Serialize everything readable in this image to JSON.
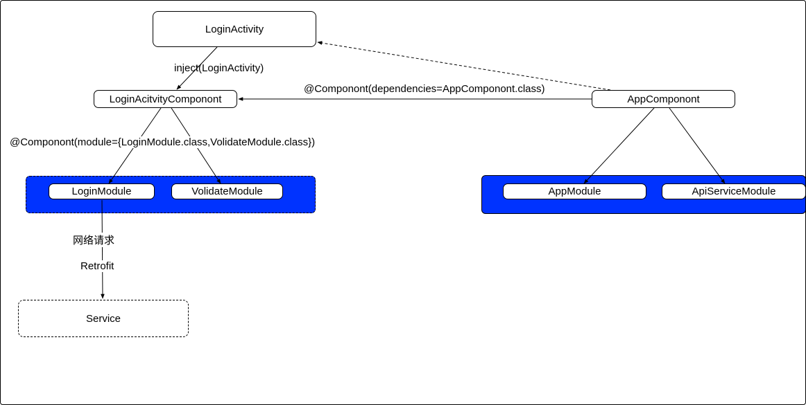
{
  "colors": {
    "group_fill": "#0033ff",
    "stroke": "#000000",
    "background": "#ffffff"
  },
  "nodes": {
    "login_activity": "LoginActivity",
    "login_activity_component": "LoginAcitvityComponont",
    "app_component": "AppComponont",
    "login_module": "LoginModule",
    "volidate_module": "VolidateModule",
    "app_module": "AppModule",
    "api_service_module": "ApiServiceModule",
    "service": "Service"
  },
  "edge_labels": {
    "inject": "inject(LoginActivity)",
    "dependencies": "@Componont(dependencies=AppComponont.class)",
    "modules": "@Componont(module={LoginModule.class,VolidateModule.class})",
    "network_request": "网络请求",
    "retrofit": "Retrofit"
  }
}
